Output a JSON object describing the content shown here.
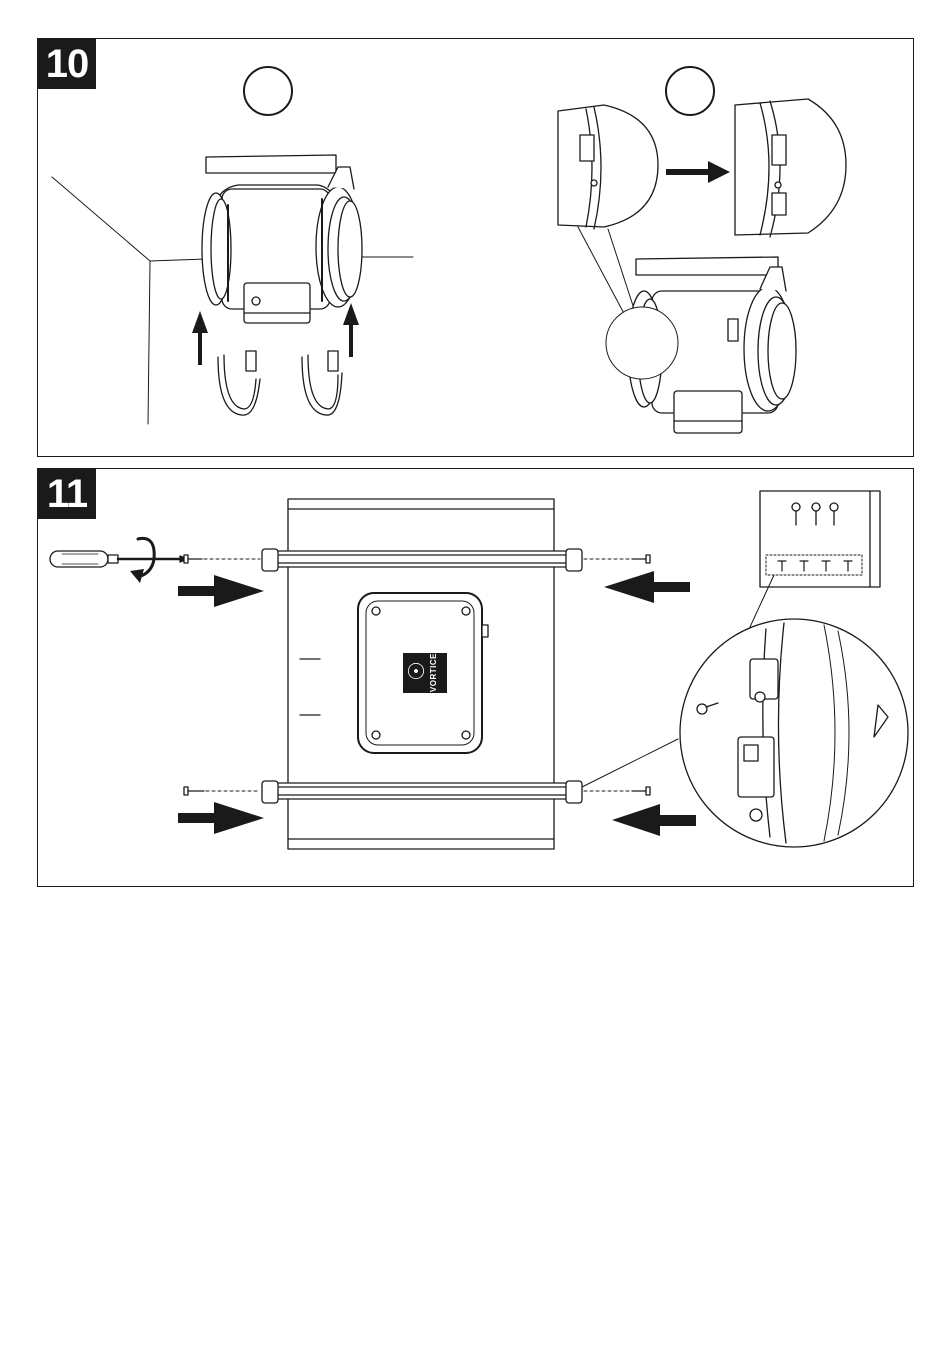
{
  "steps": [
    {
      "number": "10"
    },
    {
      "number": "11"
    }
  ],
  "brand": {
    "logo_text": "VORTICE"
  },
  "icons": {
    "step10": [
      "circle-marker-icon",
      "circle-marker-icon",
      "up-arrow-icon",
      "up-arrow-icon",
      "right-arrow-icon",
      "magnifier-callout-icon"
    ],
    "step11": [
      "screwdriver-icon",
      "rotation-arrow-icon",
      "right-arrow-icon",
      "left-arrow-icon",
      "screw-icon",
      "magnifier-callout-icon"
    ]
  }
}
